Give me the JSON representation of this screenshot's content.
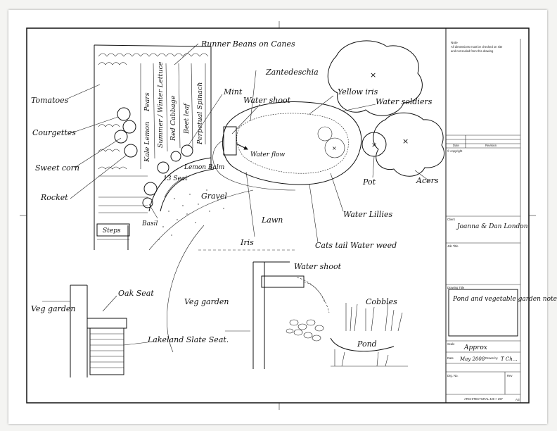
{
  "plan_labels": {
    "runner_beans": "Runner Beans on Canes",
    "tomatoes": "Tomatoes",
    "courgettes": "Courgettes",
    "sweet_corn": "Sweet corn",
    "rocket": "Rocket",
    "mint": "Mint",
    "zantedeschia": "Zantedeschia",
    "water_shoot": "Water shoot",
    "water_flow": "Water flow",
    "yellow_iris": "Yellow iris",
    "water_soldiers": "Water soldiers",
    "pot": "Pot",
    "acers": "Acers",
    "seat_13": "13 Seat",
    "lemon_balm": "Lemon Balm",
    "gravel": "Gravel",
    "basil": "Basil",
    "steps": "Steps",
    "iris": "Iris",
    "lawn": "Lawn",
    "water_lillies": "Water Lillies",
    "cats_tail": "Cats tail Water weed"
  },
  "bed_rows": [
    "Pears",
    "Kale Lemon",
    "Summer / Winter Lettuce",
    "Red Cabbage",
    "Beet leaf",
    "Perpetual Spinach"
  ],
  "detail_labels": {
    "oak_seat": "Oak Seat",
    "veg_garden_left": "Veg garden",
    "lakeland": "Lakeland Slate Seat.",
    "veg_garden_right": "Veg garden",
    "water_shoot_detail": "Water shoot",
    "cobbles": "Cobbles",
    "pond": "Pond"
  },
  "title_block": {
    "note_head": "Note",
    "note_line1": "All dimensions must be checked on site",
    "note_line2": "and not scaled from this drawing",
    "date_col": "Date",
    "revision_col": "Revision",
    "copyright": "© copyright",
    "client_label": "Client",
    "client_value": "Joanna & Dan London",
    "job_title_label": "Job Title",
    "drawing_title_label": "Drawing Title",
    "drawing_title_value": "Pond and vegetable garden notes",
    "scale_label": "Scale",
    "scale_value": "Approx",
    "date_label": "Date",
    "date_value": "May 2008",
    "drawn_by_label": "Drawn by",
    "drawn_by_value": "T Ch...",
    "dwg_no_label": "Drg. No.",
    "rev_label": "Rev",
    "footer": "ARCHITECTURAL 420 × 297",
    "sheet_size": "A3"
  }
}
